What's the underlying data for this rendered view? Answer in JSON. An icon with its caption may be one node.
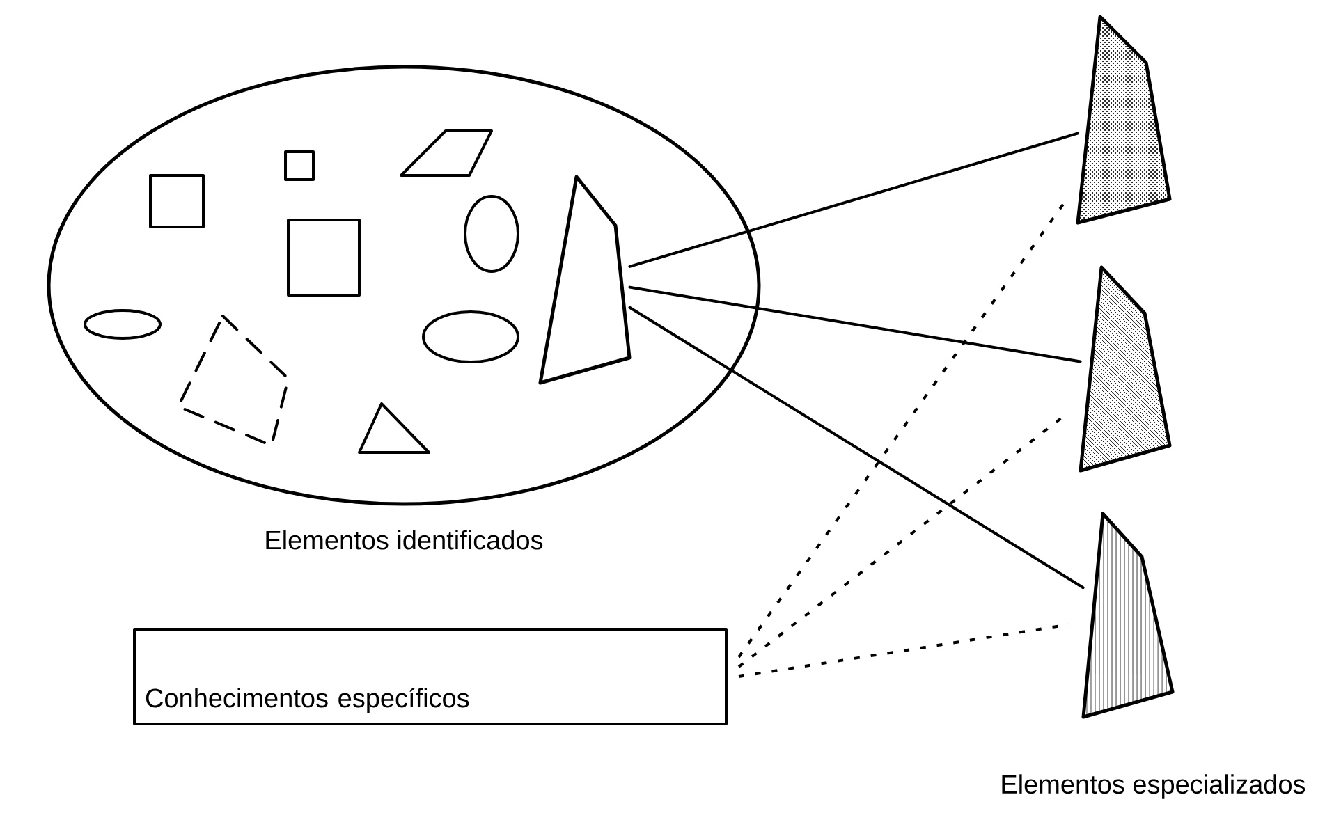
{
  "diagram": {
    "nodes": [
      {
        "text": [
          "Elementos identificados"
        ]
      },
      {
        "text": [],
        "shape": "trapezoid",
        "in": 0
      },
      {
        "text": [
          "Conhecimentos específicos"
        ]
      },
      {
        "text": [],
        "shape": "trapezoid"
      },
      {
        "text": [],
        "shape": "trapezoid"
      },
      {
        "text": [],
        "shape": "trapezoid"
      }
    ],
    "edges": [
      {
        "from": 1,
        "to": 3,
        "arrow": "none"
      },
      {
        "from": 1,
        "to": 4,
        "arrow": "none"
      },
      {
        "from": 1,
        "to": 5,
        "arrow": "none"
      },
      {
        "from": 2,
        "to": 3,
        "arrow": "none",
        "style": "dashed"
      },
      {
        "from": 2,
        "to": 4,
        "arrow": "none",
        "style": "dashed"
      },
      {
        "from": 2,
        "to": 5,
        "arrow": "none",
        "style": "dashed"
      }
    ],
    "labels": [
      "Elementos especializados"
    ]
  }
}
